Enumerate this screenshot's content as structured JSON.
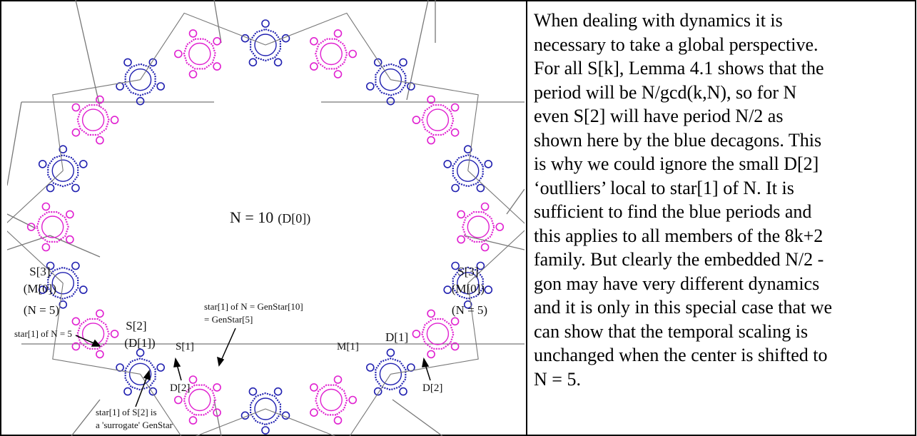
{
  "figure": {
    "center_label": "N = 10",
    "center_sub": "(D[0])",
    "left_s3": [
      "S[3]",
      "(M[0])",
      "(N = 5)"
    ],
    "right_s3": [
      "S[3]",
      "(M[0])",
      "(N = 5)"
    ],
    "s2": [
      "S[2]",
      "(D[1])"
    ],
    "s1": "S[1]",
    "m1": "M[1]",
    "d1": "D[1]",
    "d2_left": "D[2]",
    "d2_right": "D[2]",
    "star1_n5": "star[1] of N = 5",
    "genstar": [
      "star[1] of N = GenStar[10]",
      "= GenStar[5]"
    ],
    "surrogate": [
      "star[1] of S[2] is",
      "a 'surrogate' GenStar"
    ],
    "colors": {
      "magenta": "#e020d0",
      "blue": "#2020b0",
      "edge": "#777777"
    }
  },
  "text_lines": [
    "When dealing with dynamics it is",
    "necessary to take a global perspective.",
    "For all S[k], Lemma  4.1 shows that the",
    "period will be N/gcd(k,N), so for N",
    "even S[2] will have period N/2 as",
    "shown here by the blue decagons. This",
    "is why we could ignore the small D[2]",
    "‘outlliers’ local to star[1] of N. It is",
    "sufficient to find the blue periods and",
    "this applies to all members of the 8k+2",
    "family. But clearly the embedded N/2 -",
    "gon may have very different dynamics",
    "and it is only in this special case that we",
    "can show that the temporal scaling is",
    "unchanged when the center is shifted to",
    "N = 5."
  ]
}
